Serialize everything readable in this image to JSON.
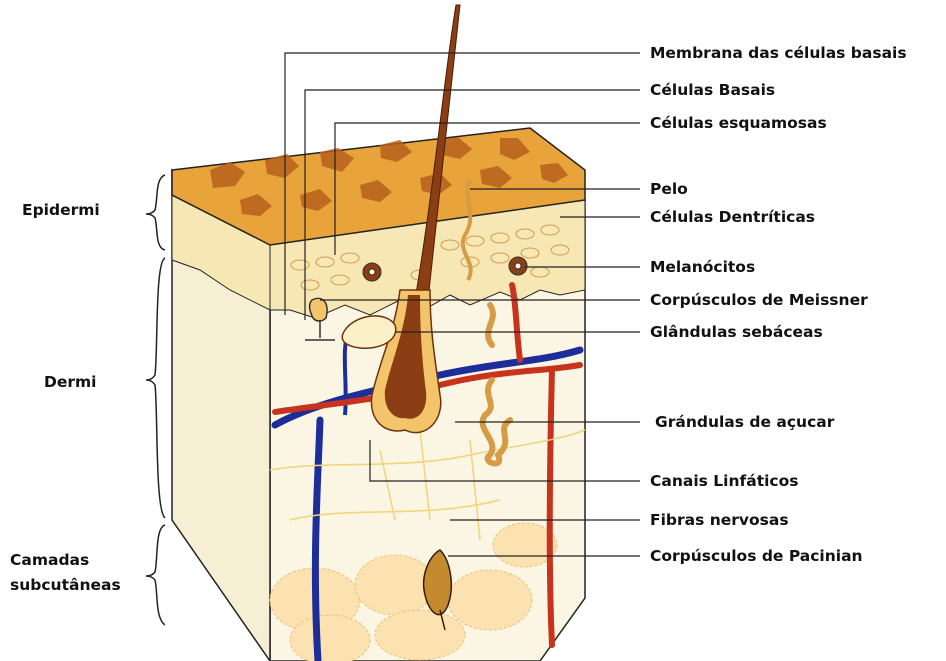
{
  "side_labels": {
    "epidermis": "Epidermi",
    "dermis": "Dermi",
    "subcutaneous_line1": "Camadas",
    "subcutaneous_line2": "subcutâneas"
  },
  "labels": [
    "Membrana das células basais",
    "Células Basais",
    "Células esquamosas",
    "Pelo",
    "Células Dentríticas",
    "Melanócitos",
    "Corpúsculos de Meissner",
    "Glândulas sebáceas",
    "Grándulas de açucar",
    "Canais Linfáticos",
    "Fibras nervosas",
    "Corpúsculos de Pacinian"
  ],
  "colors": {
    "surface": "#e8a33a",
    "surface_pattern": "#b8611d",
    "epidermis": "#f6e7b5",
    "dermis": "#fbf6e3",
    "fat": "#fbe2b0",
    "hair": "#8b3d14",
    "artery": "#c7331c",
    "vein": "#1d2e9b",
    "nerve": "#f2d27a"
  }
}
